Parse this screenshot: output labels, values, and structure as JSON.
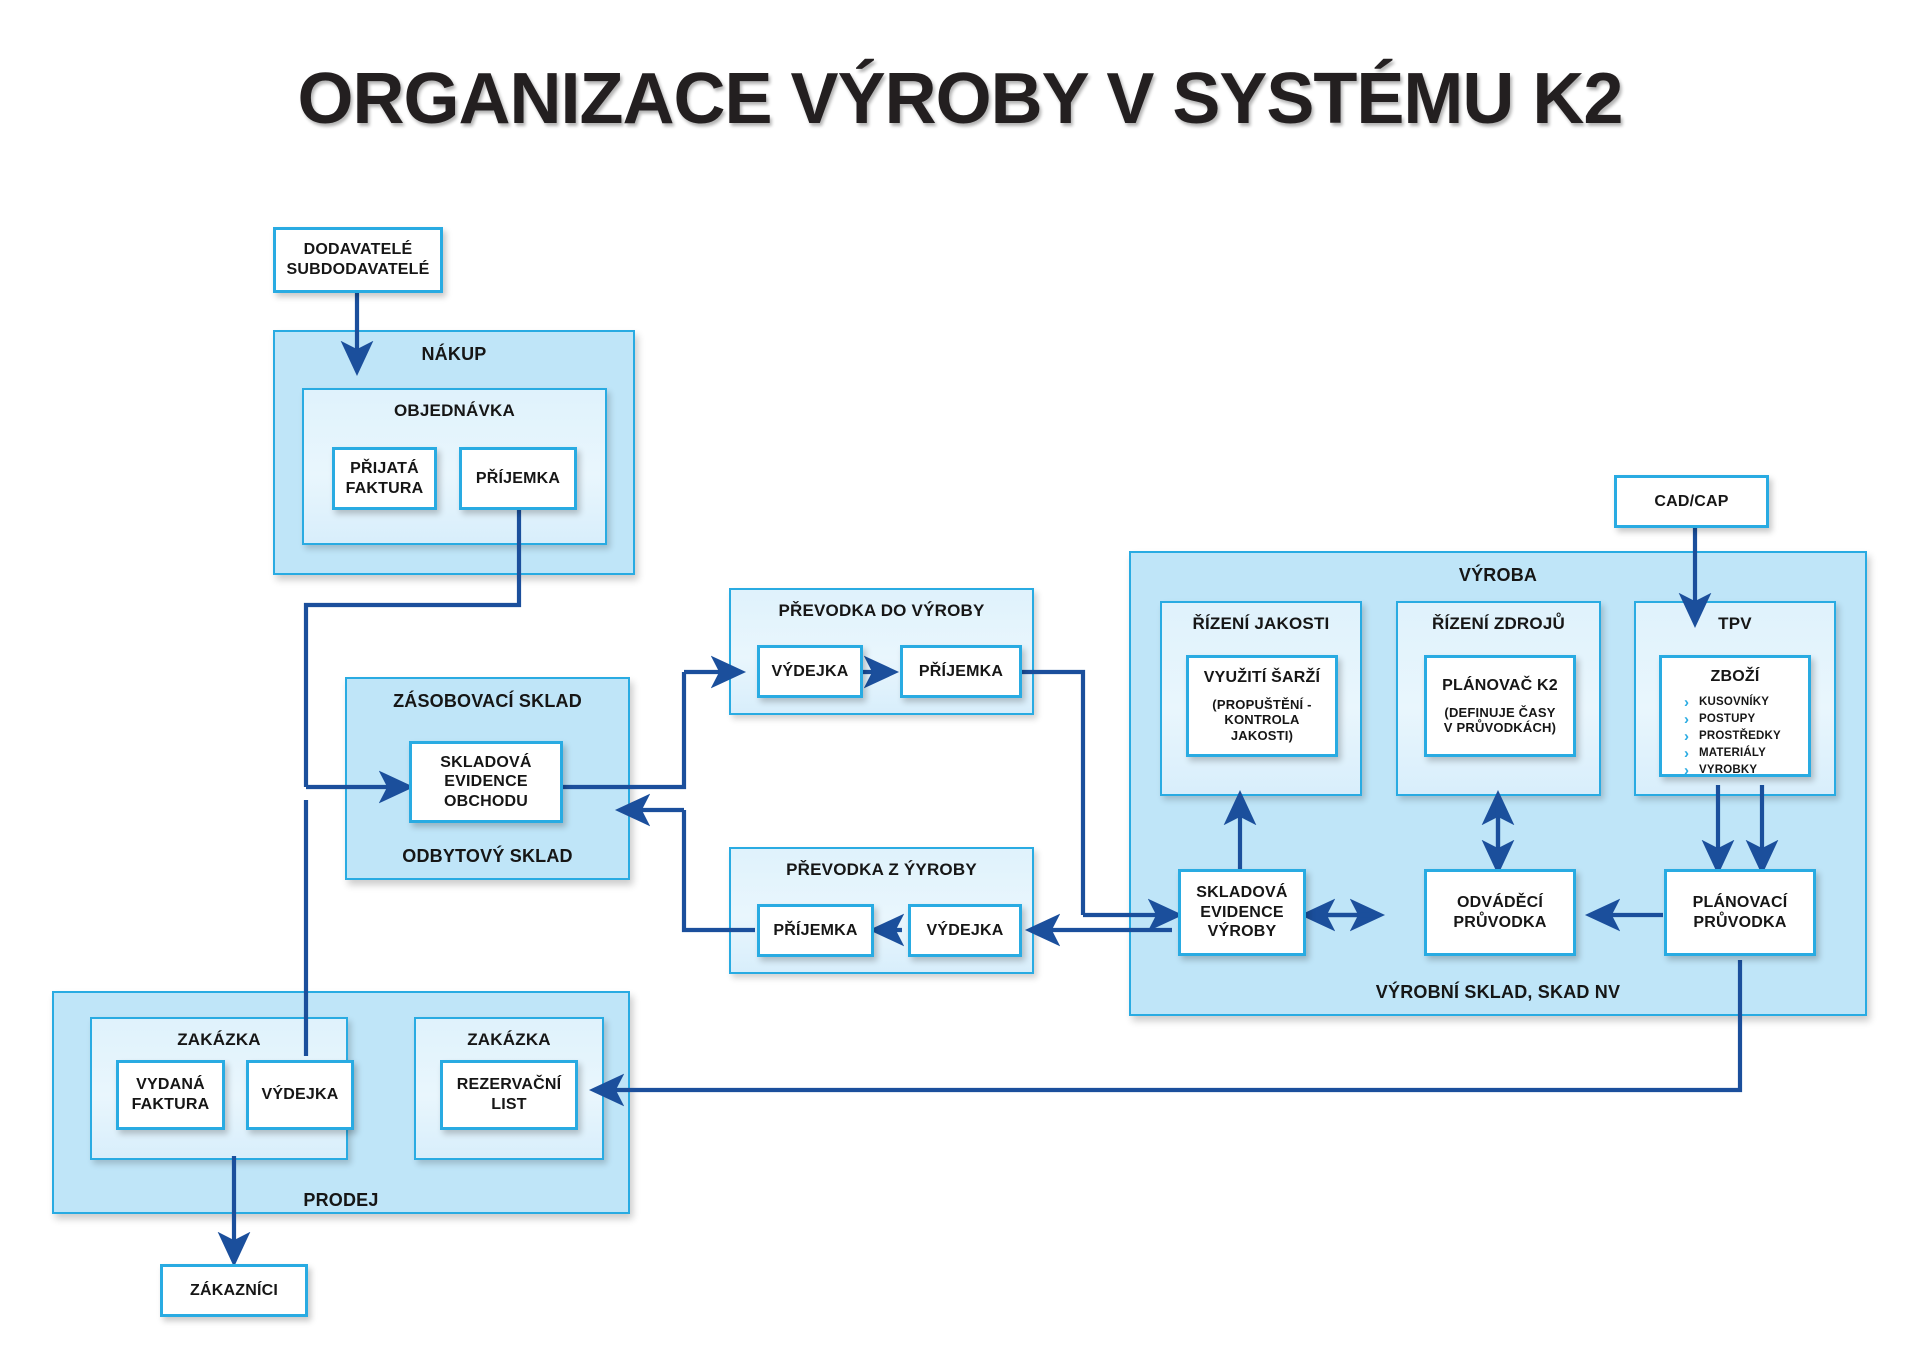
{
  "page": {
    "title": "ORGANIZACE VÝROBY V SYSTÉMU K2"
  },
  "colors": {
    "accent": "#29abe2",
    "group_fill": "#bfe5f8",
    "subgroup_fill": "#e2f3fc",
    "connector": "#1b4f9c",
    "title_text": "#231f20",
    "node_fill": "#ffffff"
  },
  "nodes": {
    "suppliers": {
      "label": "DODAVATELÉ\nSUBDODAVATELÉ",
      "line1": "DODAVATELÉ",
      "line2": "SUBDODAVATELÉ"
    },
    "nakup": {
      "label": "NÁKUP"
    },
    "objednavka": {
      "label": "OBJEDNÁVKA"
    },
    "prijata_faktura": {
      "line1": "PŘIJATÁ",
      "line2": "FAKTURA"
    },
    "prijemka_nakup": {
      "label": "PŘÍJEMKA"
    },
    "zasobovaci_sklad": {
      "label": "ZÁSOBOVACÍ SKLAD"
    },
    "odbytovy_sklad": {
      "label": "ODBYTOVÝ SKLAD"
    },
    "skladova_evidence_obchodu": {
      "line1": "SKLADOVÁ",
      "line2": "EVIDENCE",
      "line3": "OBCHODU"
    },
    "prevodka_do_vyroby": {
      "label": "PŘEVODKA DO VÝROBY"
    },
    "pdv_vydejka": {
      "label": "VÝDEJKA"
    },
    "pdv_prijemka": {
      "label": "PŘÍJEMKA"
    },
    "prevodka_z_vyroby": {
      "label": "PŘEVODKA Z ÝYROBY"
    },
    "pzv_prijemka": {
      "label": "PŘÍJEMKA"
    },
    "pzv_vydejka": {
      "label": "VÝDEJKA"
    },
    "cad_cap": {
      "label": "CAD/CAP"
    },
    "vyroba": {
      "label": "VÝROBA"
    },
    "vyrobni_sklad": {
      "label": "VÝROBNÍ SKLAD, SKAD NV"
    },
    "rizeni_jakosti": {
      "label": "ŘÍZENÍ JAKOSTI"
    },
    "vyuziti_sarzi": {
      "title": "VYUŽITÍ ŠARŽÍ",
      "note1": "(PROPUŠTĚNÍ -",
      "note2": "KONTROLA JAKOSTI)"
    },
    "rizeni_zdroju": {
      "label": "ŘÍZENÍ ZDROJŮ"
    },
    "planovac_k2": {
      "title": "PLÁNOVAČ K2",
      "note1": "(DEFINUJE ČASY",
      "note2": "V PRŮVODKÁCH)"
    },
    "tpv": {
      "label": "TPV"
    },
    "zbozi": {
      "title": "ZBOŽÍ",
      "items": [
        "KUSOVNÍKY",
        "POSTUPY",
        "PROSTŘEDKY",
        "MATERIÁLY",
        "VYROBKY"
      ]
    },
    "skladova_evidence_vyroby": {
      "line1": "SKLADOVÁ",
      "line2": "EVIDENCE",
      "line3": "VÝROBY"
    },
    "odvadeci_pruvodka": {
      "line1": "ODVÁDĚCÍ",
      "line2": "PRŮVODKA"
    },
    "planovaci_pruvodka": {
      "line1": "PLÁNOVACÍ",
      "line2": "PRŮVODKA"
    },
    "prodej": {
      "label": "PRODEJ"
    },
    "zakazka_left": {
      "label": "ZAKÁZKA"
    },
    "zakazka_right": {
      "label": "ZAKÁZKA"
    },
    "vydana_faktura": {
      "line1": "VYDANÁ",
      "line2": "FAKTURA"
    },
    "prodej_vydejka": {
      "label": "VÝDEJKA"
    },
    "rezervacni_list": {
      "line1": "REZERVAČNÍ",
      "line2": "LIST"
    },
    "zakaznici": {
      "label": "ZÁKAZNÍCI"
    }
  }
}
